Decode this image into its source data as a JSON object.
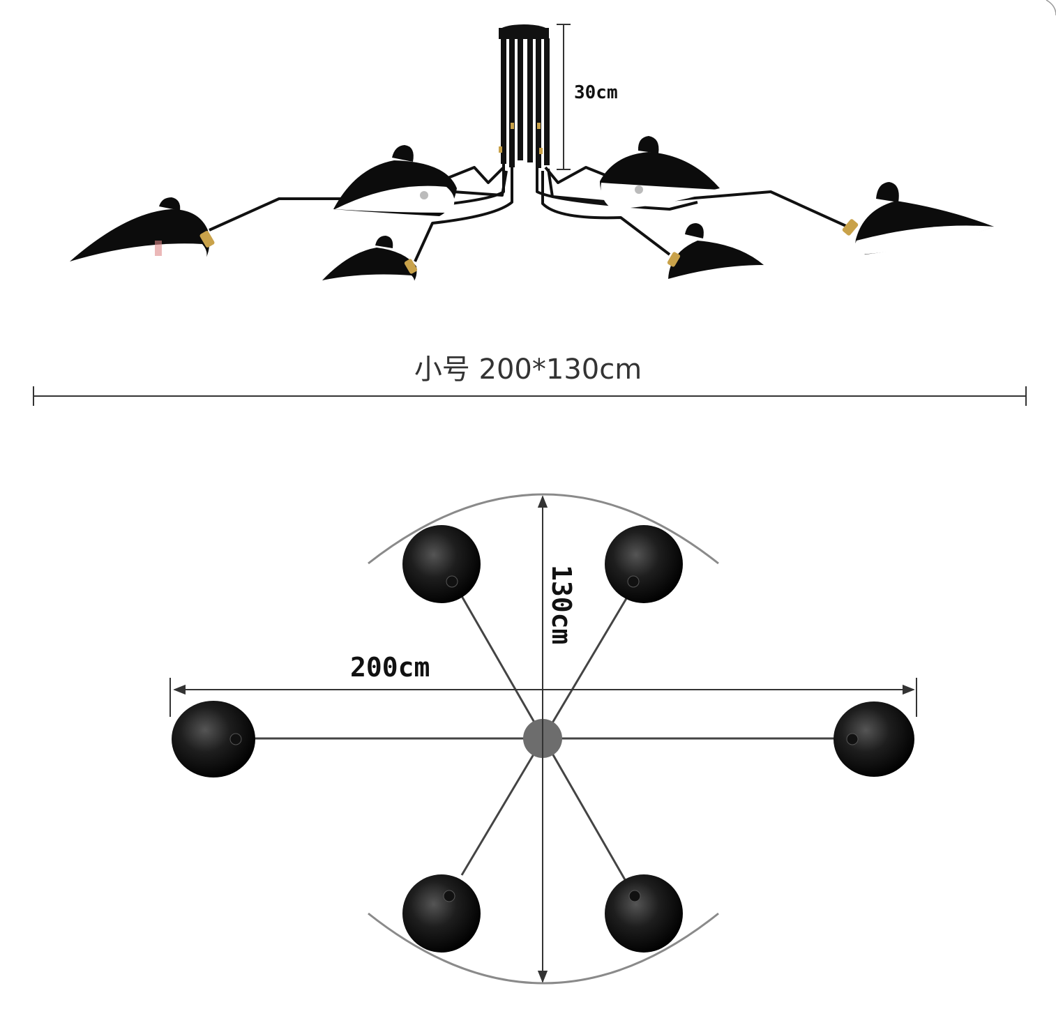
{
  "side_view": {
    "height_label": "30cm",
    "size_label": "小号 200*130cm"
  },
  "top_view": {
    "width_label": "200cm",
    "depth_label": "130cm"
  },
  "colors": {
    "shade_black": "#0c0c0c",
    "shade_inner": "#ffffff",
    "brass": "#c9a24a",
    "dim_line": "#333333",
    "hub": "#6d6d6d",
    "arc": "#8a8a8a"
  }
}
